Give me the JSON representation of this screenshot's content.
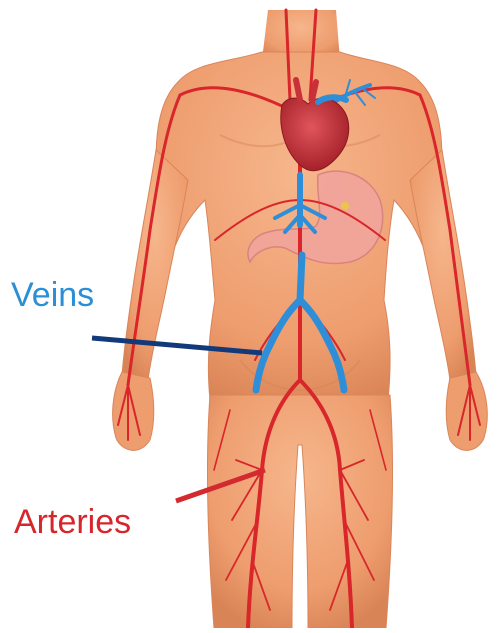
{
  "labels": {
    "veins": "Veins",
    "arteries": "Arteries"
  },
  "colors": {
    "veins_label": "#2b8fd6",
    "arteries_label": "#d6262b",
    "veins_pointer": "#123a7a",
    "arteries_pointer": "#d32a2f",
    "skin": "#f0a073",
    "skin_shadow": "#d97f53",
    "artery": "#d8262a",
    "vein": "#2f8ed8",
    "heart": "#c8313a",
    "stomach": "#f1a59c"
  },
  "icons": {
    "heart": "heart-organ",
    "stomach": "stomach-organ",
    "body": "human-torso-figure"
  }
}
